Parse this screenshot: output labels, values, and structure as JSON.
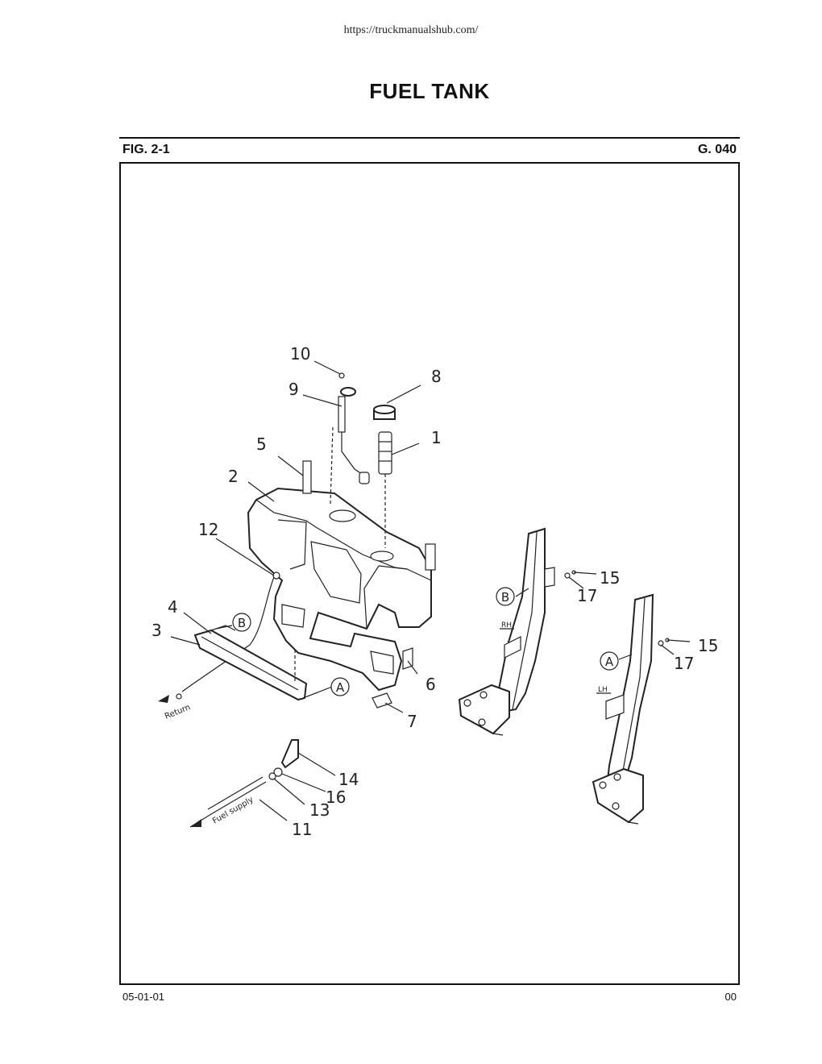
{
  "header": {
    "url": "https://truckmanualshub.com/",
    "title": "FUEL TANK"
  },
  "figure": {
    "label": "FIG. 2-1",
    "group": "G. 040"
  },
  "footer": {
    "left": "05-01-01",
    "right": "00"
  },
  "callouts": {
    "c1": "1",
    "c2": "2",
    "c3": "3",
    "c4": "4",
    "c5": "5",
    "c6": "6",
    "c7": "7",
    "c8": "8",
    "c9": "9",
    "c10": "10",
    "c11": "11",
    "c12": "12",
    "c13": "13",
    "c14": "14",
    "c15a": "15",
    "c15b": "15",
    "c16": "16",
    "c17a": "17",
    "c17b": "17"
  },
  "markers": {
    "a1": "A",
    "a2": "A",
    "b1": "B",
    "b2": "B"
  },
  "labels": {
    "return": "Return",
    "fuel_supply": "Fuel supply",
    "rh": "RH",
    "lh": "LH"
  }
}
